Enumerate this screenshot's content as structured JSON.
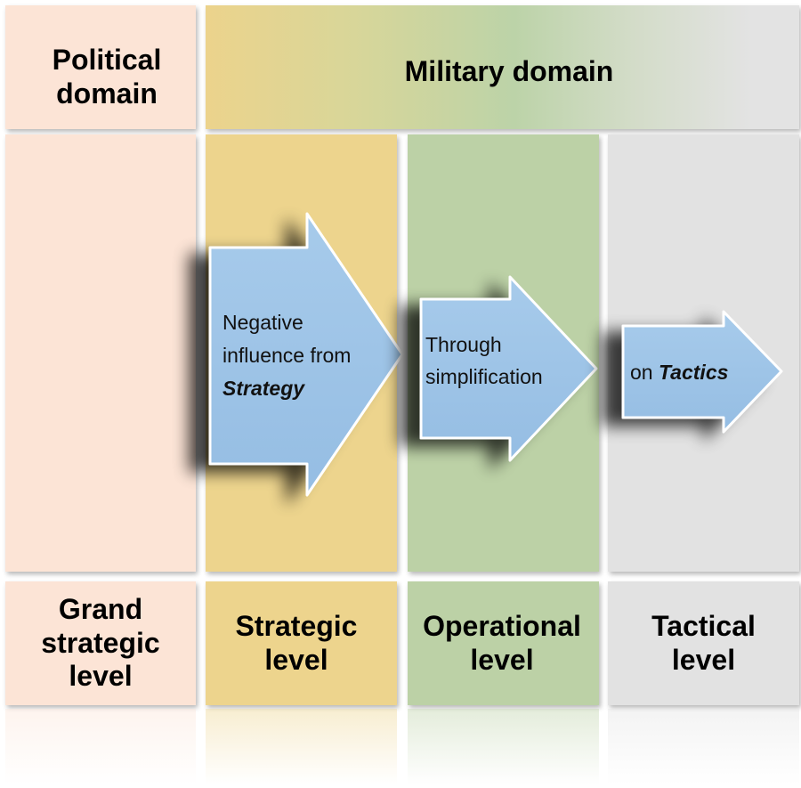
{
  "header": {
    "political": "Political\ndomain",
    "military": "Military domain"
  },
  "levels": {
    "grand": "Grand\nstrategic\nlevel",
    "strategic": "Strategic\nlevel",
    "operational": "Operational\nlevel",
    "tactical": "Tactical\nlevel"
  },
  "arrows": {
    "strategy": {
      "line1": "Negative",
      "line2": "influence from",
      "emph": "Strategy"
    },
    "operational": {
      "line1": "Through",
      "line2": "simplification"
    },
    "tactics": {
      "prefix": "on ",
      "emph": "Tactics"
    }
  },
  "colors": {
    "political": "#fce4d6",
    "strategic": "#edd48d",
    "operational": "#bcd1a6",
    "tactical": "#e2e2e2",
    "arrow": "#9dc3e6"
  }
}
